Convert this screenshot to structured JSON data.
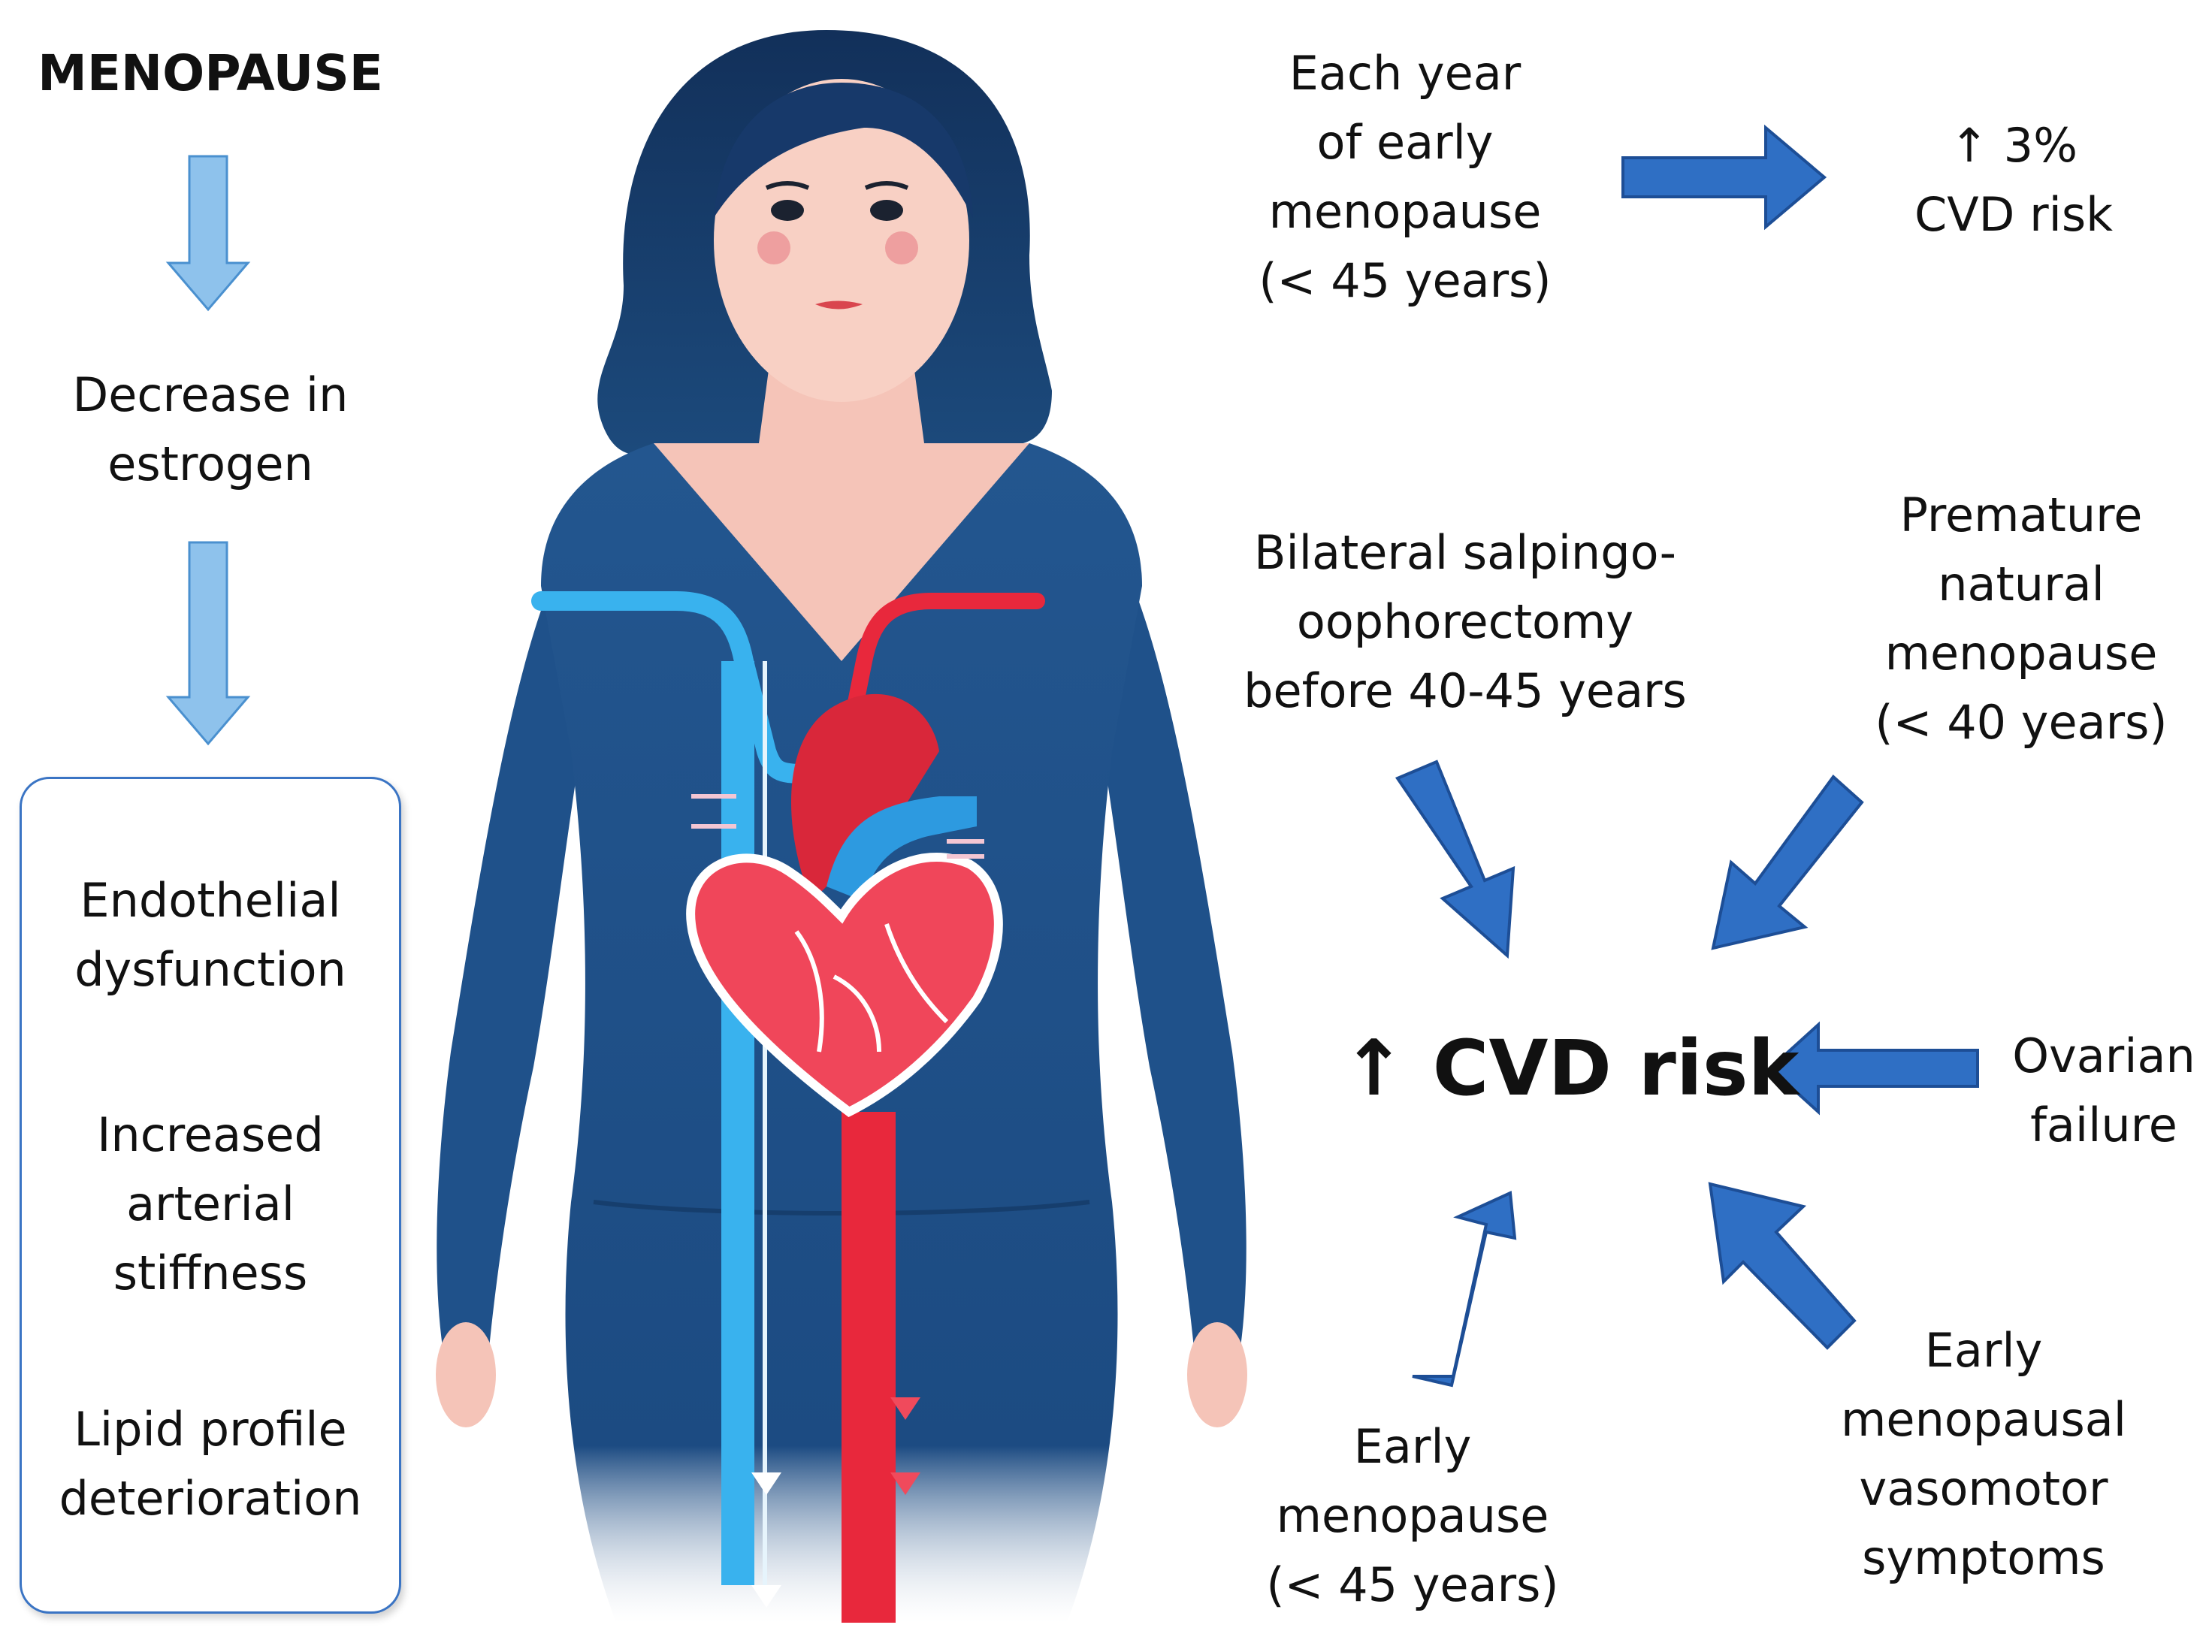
{
  "left": {
    "title": "MENOPAUSE",
    "step": [
      "Decrease in",
      "estrogen"
    ],
    "effects": [
      [
        "Endothelial",
        "dysfunction"
      ],
      [
        "Increased",
        "arterial",
        "stiffness"
      ],
      [
        "Lipid profile",
        "deterioration"
      ]
    ]
  },
  "right": {
    "top_cause": [
      "Each year",
      "of early",
      "menopause",
      "(< 45 years)"
    ],
    "top_effect": [
      "↑ 3%",
      "CVD risk"
    ],
    "center": "↑ CVD risk",
    "causes": {
      "bso": [
        "Bilateral salpingo-",
        "oophorectomy",
        "before 40-45 years"
      ],
      "premature": [
        "Premature",
        "natural",
        "menopause",
        "(< 40 years)"
      ],
      "ovarian": [
        "Ovarian",
        "failure"
      ],
      "early": [
        "Early",
        "menopause",
        "(< 45 years)"
      ],
      "vasomotor": [
        "Early",
        "menopausal",
        "vasomotor",
        "symptoms"
      ]
    }
  },
  "colors": {
    "arrow_blue": "#2f6fc4",
    "arrow_light": "#8ec2ec",
    "box_border": "#3a74c4",
    "body_navy": "#1e4f86",
    "vein_blue": "#39b2ee",
    "artery_red": "#e8283c"
  }
}
